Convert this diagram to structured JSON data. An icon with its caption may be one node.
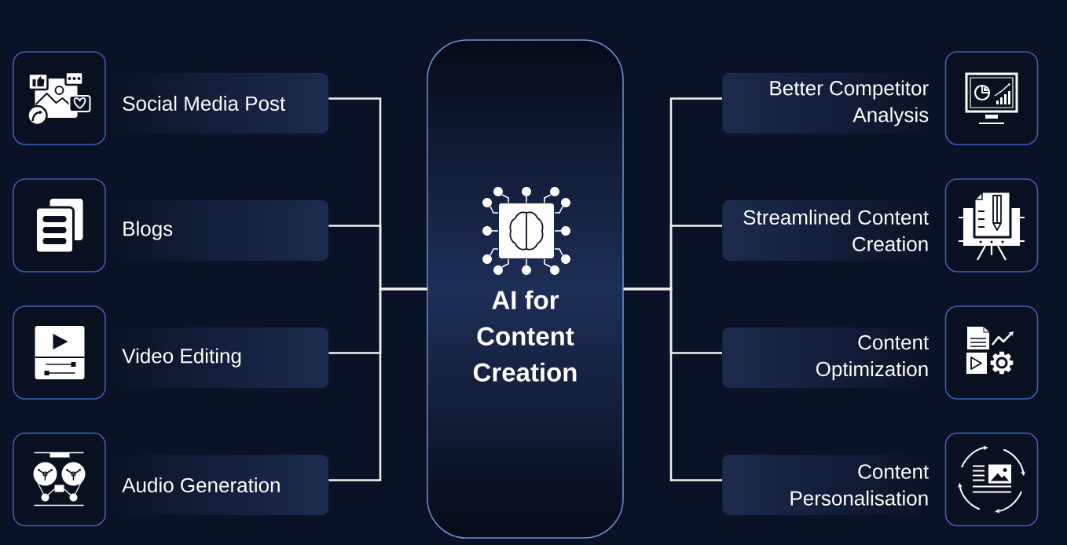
{
  "diagram": {
    "nodes": [
      {
        "text": [
          "AI for Content Creation"
        ]
      },
      {
        "text": [
          "Social Media Post"
        ]
      },
      {
        "text": [
          "Blogs"
        ]
      },
      {
        "text": [
          "Video Editing"
        ]
      },
      {
        "text": [
          "Audio Generation"
        ]
      },
      {
        "text": [
          "Better Competitor Analysis"
        ]
      },
      {
        "text": [
          "Streamlined Content Creation"
        ]
      },
      {
        "text": [
          "Content Optimization"
        ]
      },
      {
        "text": [
          "Content Personalisation"
        ]
      }
    ],
    "edges": [
      {
        "from": 0,
        "to": 1,
        "arrow": "none"
      },
      {
        "from": 0,
        "to": 2,
        "arrow": "none"
      },
      {
        "from": 0,
        "to": 3,
        "arrow": "none"
      },
      {
        "from": 0,
        "to": 4,
        "arrow": "none"
      },
      {
        "from": 0,
        "to": 5,
        "arrow": "none"
      },
      {
        "from": 0,
        "to": 6,
        "arrow": "none"
      },
      {
        "from": 0,
        "to": 7,
        "arrow": "none"
      },
      {
        "from": 0,
        "to": 8,
        "arrow": "none"
      }
    ]
  }
}
